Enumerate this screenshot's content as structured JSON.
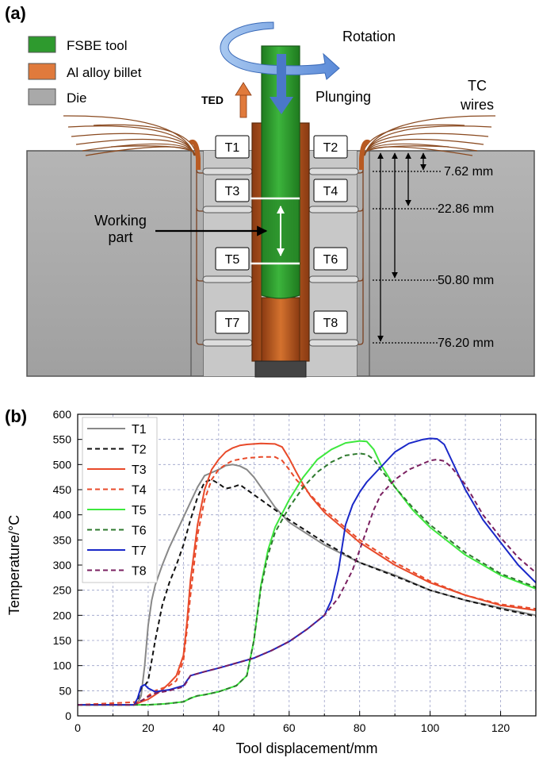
{
  "panel_a": {
    "label": "(a)",
    "legend": [
      {
        "label": "FSBE tool",
        "color": "#2e9a2e"
      },
      {
        "label": "Al alloy billet",
        "color": "#e07a3c"
      },
      {
        "label": "Die",
        "color": "#a9a9a9"
      }
    ],
    "rotation_label": "Rotation",
    "plunging_label": "Plunging",
    "ted_label": "TED",
    "tc_label_line1": "TC",
    "tc_label_line2": "wires",
    "working_line1": "Working",
    "working_line2": "part",
    "thermocouples": [
      "T1",
      "T2",
      "T3",
      "T4",
      "T5",
      "T6",
      "T7",
      "T8"
    ],
    "depths": [
      "7.62 mm",
      "22.86 mm",
      "50.80 mm",
      "76.20 mm"
    ],
    "colors": {
      "tool": "#2e9a2e",
      "billet": "#b85a22",
      "die": "#a8a8a8",
      "wires": "#8a4a20",
      "arrow_blue": "#4a78c8"
    }
  },
  "panel_b": {
    "label": "(b)"
  },
  "chart_data": {
    "type": "line",
    "xlabel": "Tool displacement/mm",
    "ylabel": "Temperature/°C",
    "xlim": [
      0,
      130
    ],
    "ylim": [
      0,
      600
    ],
    "xticks": [
      0,
      20,
      40,
      60,
      80,
      100,
      120
    ],
    "yticks": [
      0,
      50,
      100,
      150,
      200,
      250,
      300,
      350,
      400,
      450,
      500,
      550,
      600
    ],
    "grid": true,
    "legend_position": "top-left",
    "series": [
      {
        "name": "T1",
        "color": "#888888",
        "dash": "solid",
        "x": [
          0,
          16,
          17,
          18,
          19,
          20,
          21,
          22,
          24,
          26,
          28,
          30,
          32,
          34,
          36,
          38,
          40,
          42,
          44,
          46,
          48,
          50,
          52,
          54,
          56,
          60,
          70,
          80,
          90,
          100,
          110,
          120,
          130
        ],
        "y": [
          22,
          22,
          25,
          40,
          100,
          180,
          230,
          260,
          300,
          335,
          365,
          395,
          425,
          455,
          478,
          484,
          490,
          498,
          500,
          497,
          490,
          475,
          455,
          435,
          415,
          385,
          340,
          305,
          280,
          250,
          230,
          215,
          200
        ]
      },
      {
        "name": "T2",
        "color": "#111111",
        "dash": "dash",
        "x": [
          0,
          16,
          17,
          18,
          19,
          20,
          21,
          22,
          24,
          26,
          28,
          30,
          32,
          34,
          36,
          38,
          40,
          42,
          44,
          46,
          50,
          55,
          60,
          70,
          80,
          90,
          100,
          110,
          120,
          130
        ],
        "y": [
          22,
          22,
          30,
          55,
          60,
          70,
          110,
          150,
          220,
          265,
          300,
          340,
          390,
          435,
          465,
          470,
          462,
          452,
          455,
          460,
          440,
          415,
          390,
          345,
          305,
          278,
          250,
          230,
          213,
          198
        ]
      },
      {
        "name": "T3",
        "color": "#e84a2a",
        "dash": "solid",
        "x": [
          0,
          16,
          18,
          20,
          22,
          24,
          26,
          28,
          30,
          31,
          32,
          34,
          36,
          38,
          40,
          42,
          44,
          46,
          48,
          50,
          52,
          56,
          58,
          60,
          62,
          64,
          66,
          70,
          80,
          90,
          100,
          110,
          120,
          130
        ],
        "y": [
          22,
          22,
          28,
          33,
          42,
          52,
          65,
          80,
          120,
          185,
          270,
          380,
          450,
          490,
          510,
          525,
          533,
          538,
          540,
          541,
          542,
          541,
          535,
          512,
          485,
          460,
          438,
          405,
          345,
          300,
          265,
          240,
          220,
          210
        ]
      },
      {
        "name": "T4",
        "color": "#e84a2a",
        "dash": "dash",
        "x": [
          0,
          18,
          20,
          22,
          24,
          26,
          28,
          30,
          31,
          32,
          34,
          36,
          38,
          40,
          42,
          44,
          48,
          52,
          56,
          58,
          60,
          62,
          66,
          70,
          80,
          90,
          100,
          110,
          120,
          130
        ],
        "y": [
          22,
          28,
          40,
          50,
          55,
          60,
          70,
          110,
          170,
          240,
          360,
          430,
          470,
          490,
          500,
          508,
          513,
          515,
          515,
          508,
          490,
          470,
          440,
          410,
          350,
          305,
          268,
          240,
          222,
          213
        ]
      },
      {
        "name": "T5",
        "color": "#3ee83e",
        "dash": "solid",
        "x": [
          0,
          20,
          25,
          30,
          32,
          34,
          36,
          40,
          45,
          48,
          50,
          52,
          54,
          56,
          60,
          64,
          68,
          72,
          76,
          80,
          82,
          84,
          86,
          90,
          95,
          100,
          110,
          120,
          130
        ],
        "y": [
          22,
          22,
          24,
          28,
          35,
          40,
          42,
          48,
          60,
          80,
          150,
          260,
          330,
          375,
          430,
          475,
          510,
          530,
          543,
          547,
          546,
          530,
          500,
          455,
          410,
          375,
          320,
          280,
          253
        ]
      },
      {
        "name": "T6",
        "color": "#2e7a2e",
        "dash": "dash",
        "x": [
          0,
          20,
          25,
          30,
          32,
          34,
          36,
          40,
          45,
          48,
          50,
          52,
          54,
          56,
          60,
          64,
          68,
          72,
          76,
          80,
          82,
          84,
          86,
          90,
          95,
          100,
          110,
          120,
          130
        ],
        "y": [
          22,
          22,
          24,
          28,
          35,
          40,
          42,
          48,
          60,
          80,
          150,
          255,
          320,
          365,
          415,
          455,
          485,
          505,
          518,
          522,
          520,
          510,
          490,
          455,
          415,
          380,
          325,
          283,
          256
        ]
      },
      {
        "name": "T7",
        "color": "#1a28c8",
        "dash": "solid",
        "x": [
          0,
          16,
          17,
          18,
          19,
          20,
          22,
          26,
          30,
          31,
          32,
          36,
          40,
          45,
          50,
          55,
          60,
          65,
          70,
          72,
          74,
          76,
          78,
          80,
          82,
          84,
          86,
          88,
          90,
          94,
          98,
          100,
          102,
          104,
          106,
          110,
          115,
          120,
          125,
          130
        ],
        "y": [
          22,
          22,
          35,
          58,
          62,
          55,
          48,
          52,
          60,
          70,
          80,
          88,
          95,
          105,
          115,
          130,
          148,
          172,
          200,
          230,
          290,
          380,
          420,
          445,
          465,
          480,
          495,
          510,
          525,
          542,
          550,
          552,
          551,
          540,
          510,
          450,
          390,
          345,
          300,
          265
        ]
      },
      {
        "name": "T8",
        "color": "#7a2060",
        "dash": "dash",
        "x": [
          0,
          16,
          18,
          20,
          22,
          26,
          30,
          31,
          32,
          36,
          40,
          45,
          50,
          55,
          60,
          65,
          70,
          74,
          78,
          80,
          82,
          84,
          86,
          90,
          94,
          98,
          100,
          102,
          104,
          106,
          110,
          115,
          120,
          125,
          130
        ],
        "y": [
          22,
          22,
          30,
          38,
          45,
          50,
          58,
          68,
          80,
          88,
          95,
          105,
          115,
          130,
          148,
          172,
          200,
          235,
          290,
          330,
          370,
          410,
          440,
          470,
          490,
          502,
          508,
          510,
          507,
          495,
          460,
          400,
          355,
          315,
          285
        ]
      }
    ]
  }
}
